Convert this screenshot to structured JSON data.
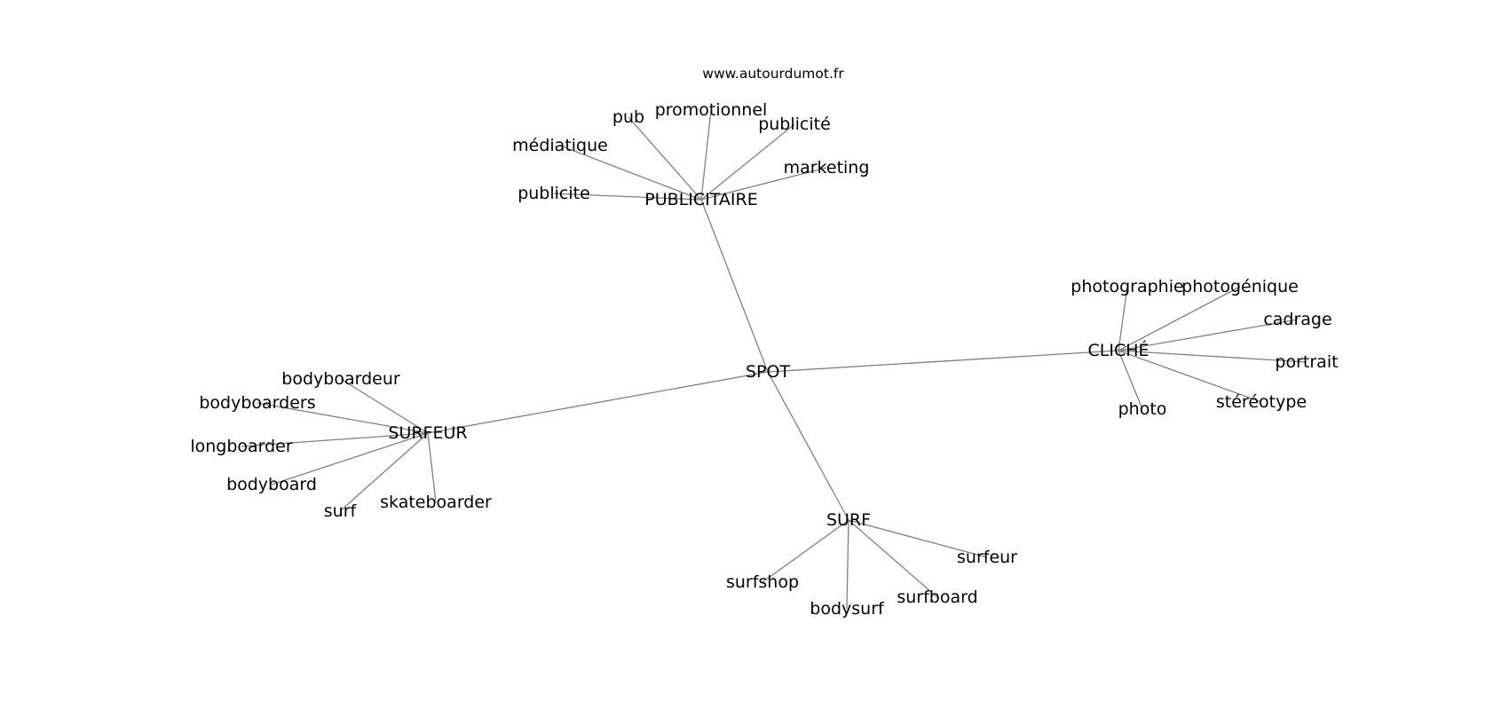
{
  "source_label": "www.autourdumot.fr",
  "center": "SPOT",
  "hubs": [
    {
      "label": "PUBLICITAIRE",
      "leaves": [
        "promotionnel",
        "pub",
        "publicité",
        "médiatique",
        "marketing",
        "publicite"
      ]
    },
    {
      "label": "CLICHÉ",
      "leaves": [
        "photographie",
        "photogénique",
        "cadrage",
        "portrait",
        "stéréotype",
        "photo"
      ]
    },
    {
      "label": "SURFEUR",
      "leaves": [
        "bodyboardeur",
        "bodyboarders",
        "longboarder",
        "bodyboard",
        "surf",
        "skateboarder"
      ]
    },
    {
      "label": "SURF",
      "leaves": [
        "surfeur",
        "surfshop",
        "surfboard",
        "bodysurf"
      ]
    }
  ]
}
